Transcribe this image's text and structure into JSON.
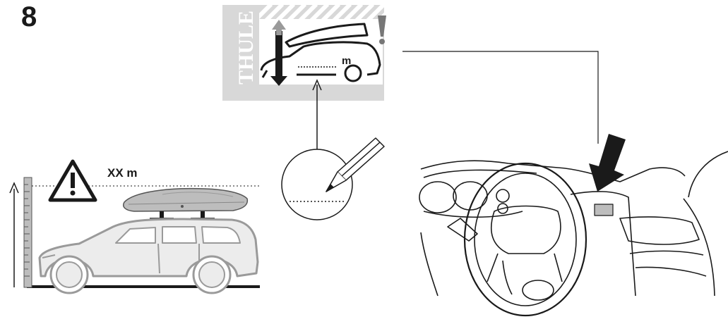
{
  "step": {
    "number": "8"
  },
  "clearance_label": {
    "text": "XX m"
  },
  "sticker": {
    "brand": "THULE",
    "unit": "m",
    "warning_mark": "!"
  },
  "icons": {
    "warning": "warning-triangle-icon",
    "pencil": "pencil-icon",
    "arrow": "down-arrow-icon"
  },
  "colors": {
    "ink": "#1a1a1a",
    "car_fill": "#ececec",
    "car_stroke": "#9a9a9a",
    "sticker_bg": "#d8d8d8",
    "box_fill": "#bdbdbd"
  }
}
